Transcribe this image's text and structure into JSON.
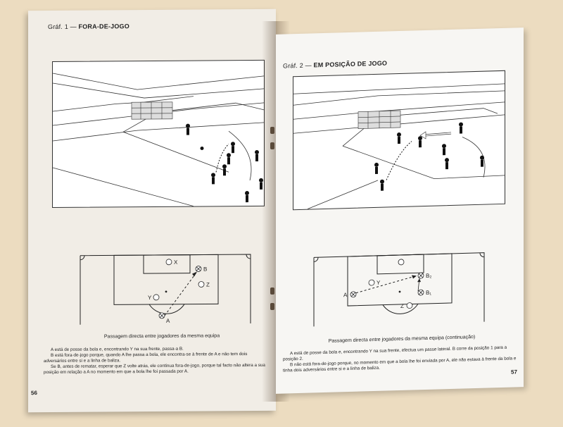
{
  "left_page": {
    "header_prefix": "Gráf. 1 — ",
    "header_title": "FORA-DE-JOGO",
    "diagram_labels": {
      "x": "X",
      "b": "B",
      "z": "Z",
      "y": "Y",
      "a": "A"
    },
    "caption": "Passagem directa entre jogadores da mesma equipa",
    "paragraphs": [
      "A está de posse da bola e, encontrando Y na sua frente, passa-a B.",
      "B está fora-de-jogo porque, quando A lhe passa a bola, ele encontra-se à frente de A e não tem dois adversários entre si e a linha de baliza.",
      "Se B, antes de rematar, esperar que Z volte atrás, ele continua fora-de-jogo, porque tal facto não altera a sua posição em relação a A no momento em que a bola lhe foi passada por A."
    ],
    "page_number": "56"
  },
  "right_page": {
    "header_prefix": "Gráf. 2 — ",
    "header_title": "EM POSIÇÃO DE JOGO",
    "diagram_labels": {
      "y": "Y",
      "b2": "B₂",
      "a": "A",
      "b1": "B₁",
      "z": "Z"
    },
    "caption": "Passagem directa entre jogadores da mesma equipa (continuação)",
    "paragraphs": [
      "A está de posse da bola e, encontrando Y na sua frente, efectua um passe lateral. B corre da posição 1 para a posição 2.",
      "B não está fora-de-jogo porque, no momento em que a bola lhe foi enviada por A, ele não estava à frente da bola e tinha dois adversários entre si e a linha de baliza."
    ],
    "page_number": "57"
  }
}
